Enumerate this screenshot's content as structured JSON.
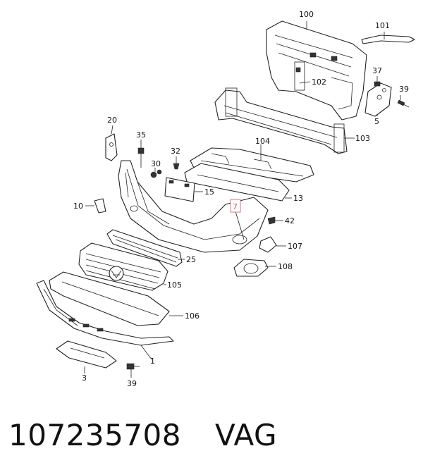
{
  "callouts": [
    {
      "id": "100",
      "text": "100"
    },
    {
      "id": "101",
      "text": "101"
    },
    {
      "id": "102",
      "text": "102"
    },
    {
      "id": "37",
      "text": "37"
    },
    {
      "id": "39a",
      "text": "39"
    },
    {
      "id": "5",
      "text": "5"
    },
    {
      "id": "103",
      "text": "103"
    },
    {
      "id": "20",
      "text": "20"
    },
    {
      "id": "35",
      "text": "35"
    },
    {
      "id": "104",
      "text": "104"
    },
    {
      "id": "32",
      "text": "32"
    },
    {
      "id": "30",
      "text": "30"
    },
    {
      "id": "15",
      "text": "15"
    },
    {
      "id": "13",
      "text": "13"
    },
    {
      "id": "7",
      "text": "7"
    },
    {
      "id": "10",
      "text": "10"
    },
    {
      "id": "42",
      "text": "42"
    },
    {
      "id": "107",
      "text": "107"
    },
    {
      "id": "25",
      "text": "25"
    },
    {
      "id": "108",
      "text": "108"
    },
    {
      "id": "105",
      "text": "105"
    },
    {
      "id": "106",
      "text": "106"
    },
    {
      "id": "1",
      "text": "1"
    },
    {
      "id": "3",
      "text": "3"
    },
    {
      "id": "39b",
      "text": "39"
    }
  ],
  "highlighted_callout": "7",
  "footer": {
    "part_number": "107235708",
    "brand": "VAG"
  }
}
